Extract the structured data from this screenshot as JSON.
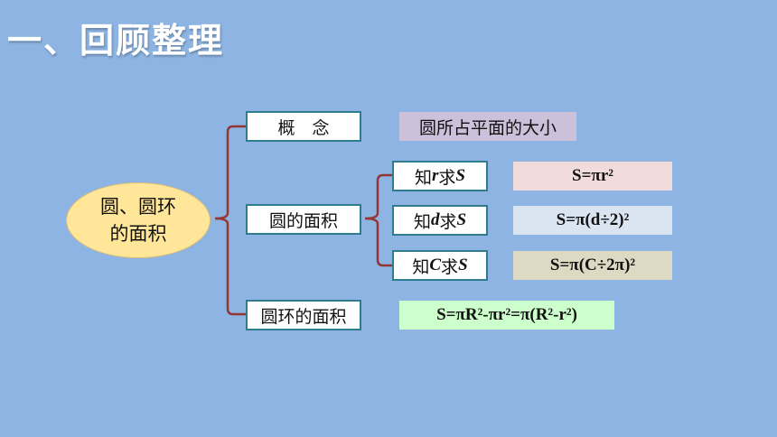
{
  "title": "一、回顾整理",
  "center": {
    "line1": "圆、圆环",
    "line2": "的面积"
  },
  "concept": {
    "label": "概　念",
    "definition": "圆所占平面的大小"
  },
  "circle_area": {
    "label": "圆的面积",
    "items": [
      {
        "label_pre": "知",
        "label_var": "r",
        "label_post": "求",
        "label_target": "S",
        "formula": "S=πr²",
        "color": "#f2dcdb"
      },
      {
        "label_pre": "知",
        "label_var": "d",
        "label_post": "求",
        "label_target": "S",
        "formula": "S=π(d÷2)²",
        "color": "#dbe5f1"
      },
      {
        "label_pre": "知",
        "label_var": "C",
        "label_post": "求",
        "label_target": "S",
        "formula": "S=π(C÷2π)²",
        "color": "#ddd9c3"
      }
    ]
  },
  "ring_area": {
    "label": "圆环的面积",
    "formula": "S=πR²-πr²=π(R²-r²)",
    "color": "#ccffcc"
  },
  "colors": {
    "background": "#8db4e2",
    "bracket": "#943634",
    "box_border": "#2f7c8c",
    "oval": "#ffe699",
    "definition_bg": "#ccc0da"
  }
}
